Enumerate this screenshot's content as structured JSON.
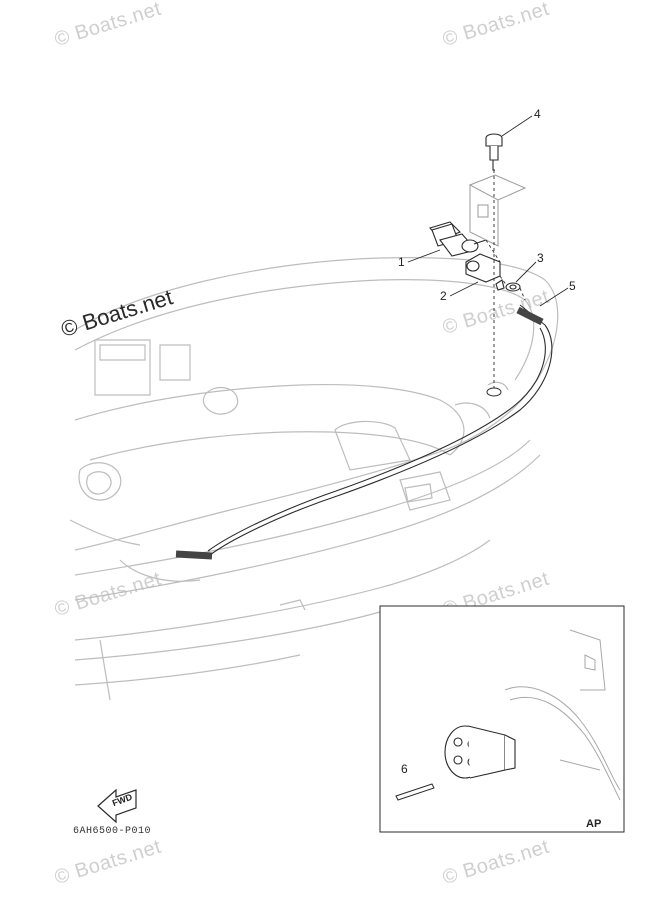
{
  "watermark": {
    "text": "© Boats.net",
    "main_text": "© Boats.net"
  },
  "callouts": {
    "c1": "1",
    "c2": "2",
    "c3": "3",
    "c4": "4",
    "c5": "5",
    "c6": "6"
  },
  "fwd_label": "FWD",
  "drawing_code": "6AH6500-P010",
  "inset_label": "AP",
  "colors": {
    "line": "#2b2b2b",
    "faint": "#bdbdbd",
    "watermark": "#cfcfcf"
  }
}
